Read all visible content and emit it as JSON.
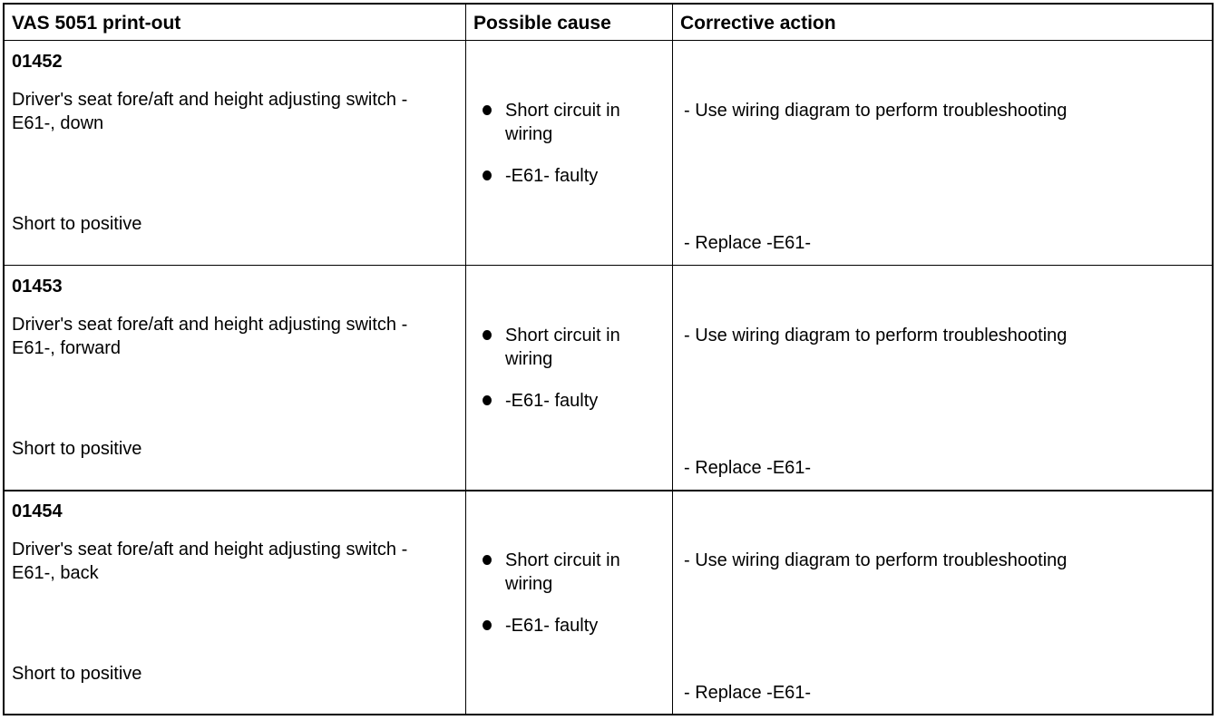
{
  "headers": {
    "col1": "VAS 5051 print-out",
    "col2": "Possible cause",
    "col3": "Corrective action"
  },
  "rows": [
    {
      "code": "01452",
      "description": "Driver's seat fore/aft and height adjusting switch -E61-, down",
      "fault": "Short to positive",
      "causes": [
        "Short circuit in wiring",
        "-E61- faulty"
      ],
      "actions": [
        "- Use wiring diagram to perform troubleshooting",
        "- Replace -E61-"
      ]
    },
    {
      "code": "01453",
      "description": "Driver's seat fore/aft and height adjusting switch -E61-, forward",
      "fault": "Short to positive",
      "causes": [
        "Short circuit in wiring",
        "-E61- faulty"
      ],
      "actions": [
        "- Use wiring diagram to perform troubleshooting",
        "- Replace -E61-"
      ]
    },
    {
      "code": "01454",
      "description": "Driver's seat fore/aft and height adjusting switch -E61-, back",
      "fault": "Short to positive",
      "causes": [
        "Short circuit in wiring",
        "-E61- faulty"
      ],
      "actions": [
        "- Use wiring diagram to perform troubleshooting",
        "- Replace -E61-"
      ]
    }
  ]
}
